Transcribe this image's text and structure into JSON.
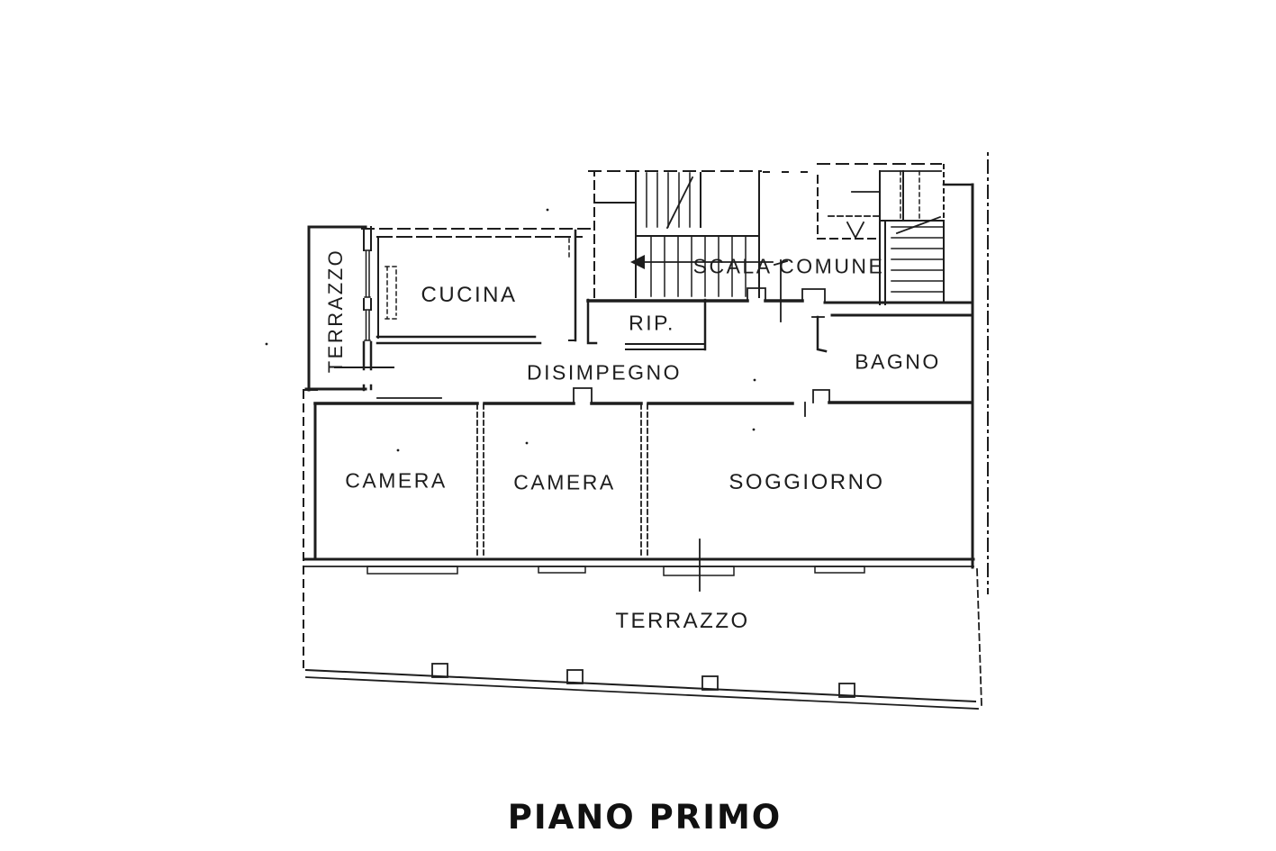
{
  "title": "PIANO PRIMO",
  "plan": {
    "rooms": {
      "terrazzo_left": "TERRAZZO",
      "cucina": "CUCINA",
      "scala_comune": "SCALA COMUNE",
      "rip": "RIP.",
      "disimpegno": "DISIMPEGNO",
      "bagno": "BAGNO",
      "camera_1": "CAMERA",
      "camera_2": "CAMERA",
      "soggiorno": "SOGGIORNO",
      "terrazzo_bottom": "TERRAZZO"
    }
  },
  "colors": {
    "line": "#1d1d1d",
    "text": "#1d1d1d",
    "background": "#ffffff"
  }
}
